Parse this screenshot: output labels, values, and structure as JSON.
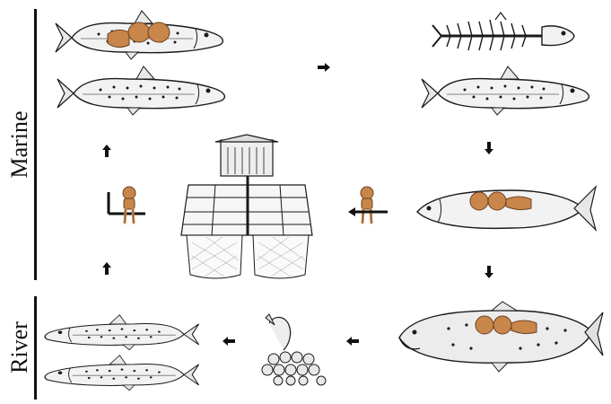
{
  "labels": {
    "marine": "Marine",
    "river": "River"
  },
  "colors": {
    "parasite": "#c8864a",
    "parasite_outline": "#6b4020",
    "ink": "#1a1a1a",
    "fish_fill": "#f2f2f2"
  },
  "stages": [
    {
      "id": "infected-smolt",
      "icon": "fish-with-lice-icon"
    },
    {
      "id": "healthy-smolt-marine",
      "icon": "fish-icon"
    },
    {
      "id": "dead-fish",
      "icon": "fish-skeleton-icon"
    },
    {
      "id": "post-smolt",
      "icon": "fish-icon"
    },
    {
      "id": "infected-adult",
      "icon": "fish-with-lice-icon"
    },
    {
      "id": "spawning-adult",
      "icon": "spawning-fish-with-lice-icon"
    },
    {
      "id": "eggs-and-hatching",
      "icon": "eggs-icon"
    },
    {
      "id": "river-juveniles",
      "icon": "fish-icon"
    },
    {
      "id": "fish-farm",
      "icon": "fish-farm-icon"
    },
    {
      "id": "sea-lice",
      "icon": "sea-louse-icon"
    }
  ]
}
